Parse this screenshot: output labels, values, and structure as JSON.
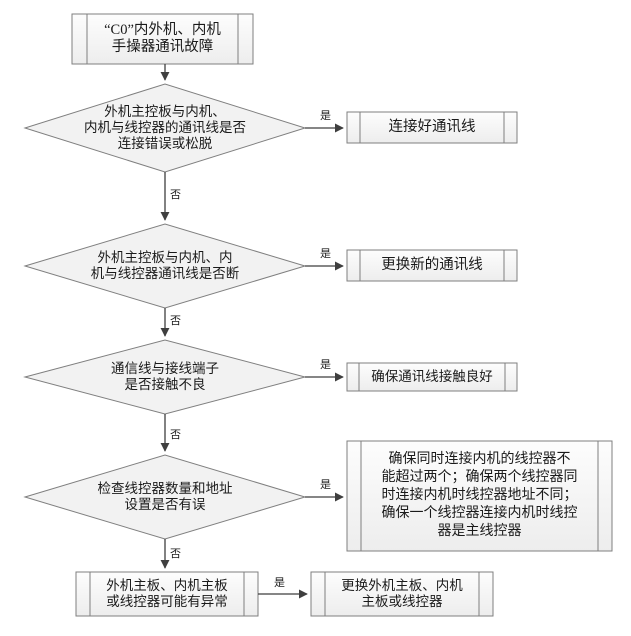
{
  "diagram": {
    "title_text": "“C0”内外机、内机\n手操器通讯故障",
    "type": "troubleshooting-flowchart",
    "colors": {
      "node_fill": "#f2f2f2",
      "node_fill_light": "#fbfbfb",
      "node_stroke": "#7f7f7f",
      "edge_stroke": "#3f3f3f",
      "text": "#1a1a1a",
      "background": "#ffffff"
    },
    "nodes": [
      {
        "id": "start",
        "shape": "predefined-process",
        "label": "“C0”内外机、内机\n手操器通讯故障"
      },
      {
        "id": "decision-1",
        "shape": "diamond",
        "label": "外机主控板与内机、\n内机与线控器的通讯线是否\n连接错误或松脱"
      },
      {
        "id": "action-1",
        "shape": "predefined-process",
        "label": "连接好通讯线"
      },
      {
        "id": "decision-2",
        "shape": "diamond",
        "label": "外机主控板与内机、内\n机与线控器通讯线是否断"
      },
      {
        "id": "action-2",
        "shape": "predefined-process",
        "label": "更换新的通讯线"
      },
      {
        "id": "decision-3",
        "shape": "diamond",
        "label": "通信线与接线端子\n是否接触不良"
      },
      {
        "id": "action-3",
        "shape": "predefined-process",
        "label": "确保通讯线接触良好"
      },
      {
        "id": "decision-4",
        "shape": "diamond",
        "label": "检查线控器数量和地址\n设置是否有误"
      },
      {
        "id": "action-4",
        "shape": "predefined-process",
        "label": "确保同时连接内机的线控器不\n能超过两个；确保两个线控器同\n时连接内机时线控器地址不同；\n确保一个线控器连接内机时线控\n器是主线控器"
      },
      {
        "id": "result-left",
        "shape": "predefined-process",
        "label": "外机主板、内机主板\n或线控器可能有异常"
      },
      {
        "id": "result-right",
        "shape": "predefined-process",
        "label": "更换外机主板、内机\n主板或线控器"
      }
    ],
    "edge_labels": {
      "yes": "是",
      "no": "否",
      "yes_1": "是",
      "yes_2": "是",
      "yes_3": "是",
      "yes_4": "是",
      "yes_5": "是",
      "no_1": "否",
      "no_2": "否",
      "no_3": "否",
      "no_4": "否"
    }
  }
}
